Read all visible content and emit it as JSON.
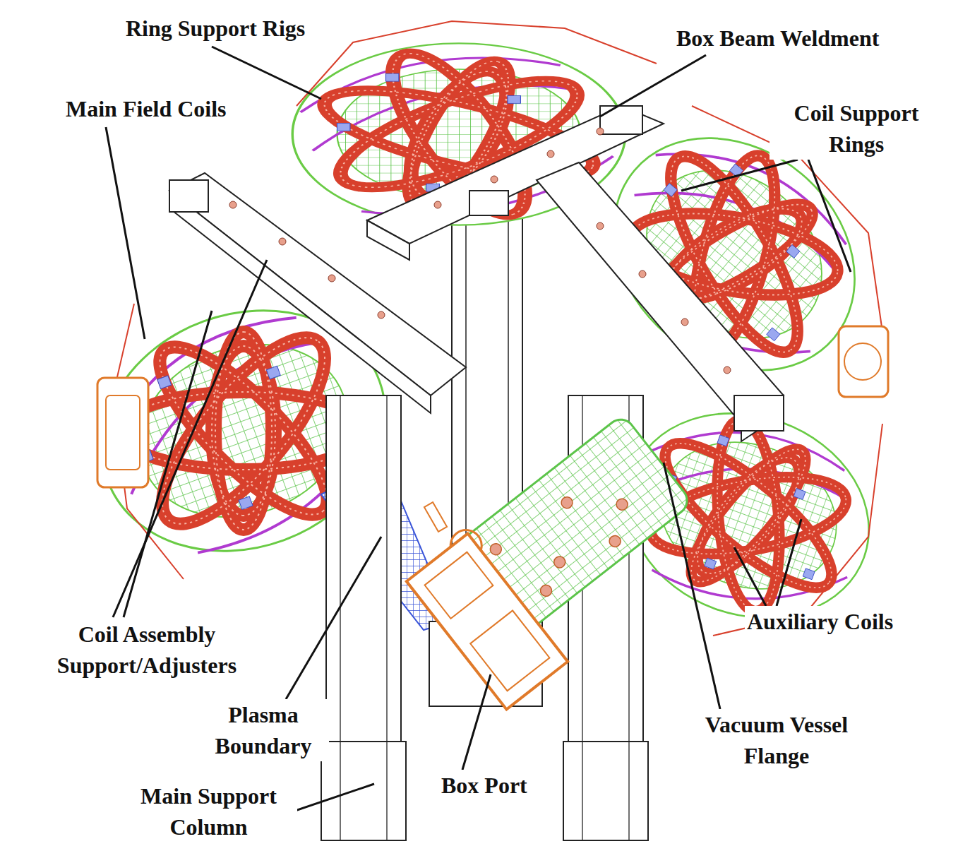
{
  "diagram": {
    "labels": [
      "Ring Support Rigs",
      "Box Beam Weldment",
      "Main Field Coils",
      "Coil Support Rings",
      "Coil Assembly Support/Adjusters",
      "Auxiliary Coils",
      "Plasma Boundary",
      "Vacuum Vessel Flange",
      "Box Port",
      "Main Support Column"
    ]
  }
}
